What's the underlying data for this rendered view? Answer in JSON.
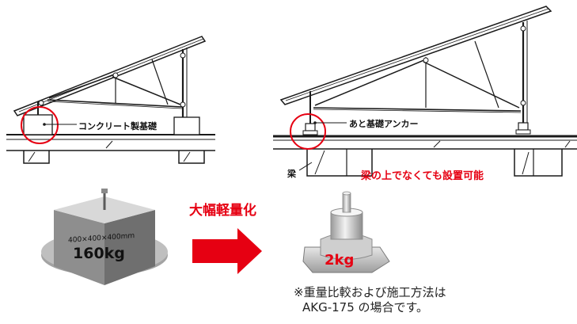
{
  "left_panel": {
    "concrete_label": "コンクリート製基礎"
  },
  "right_panel": {
    "anchor_label": "あと基礎アンカー",
    "beam_label": "梁",
    "install_note": "梁の上でなくても設置可能"
  },
  "comparison": {
    "headline": "大幅軽量化",
    "block_size": "400×400×400mm",
    "block_weight": "160kg",
    "anchor_weight": "2kg",
    "note_line1": "※重量比較および施工方法は",
    "note_line2": "AKG-175 の場合です。"
  },
  "colors": {
    "accent_red": "#e60012",
    "line_dark": "#1a1a1a",
    "concrete_light": "#d9d9d9",
    "concrete_mid": "#a6a6a6",
    "concrete_dark": "#6f6f6f"
  }
}
